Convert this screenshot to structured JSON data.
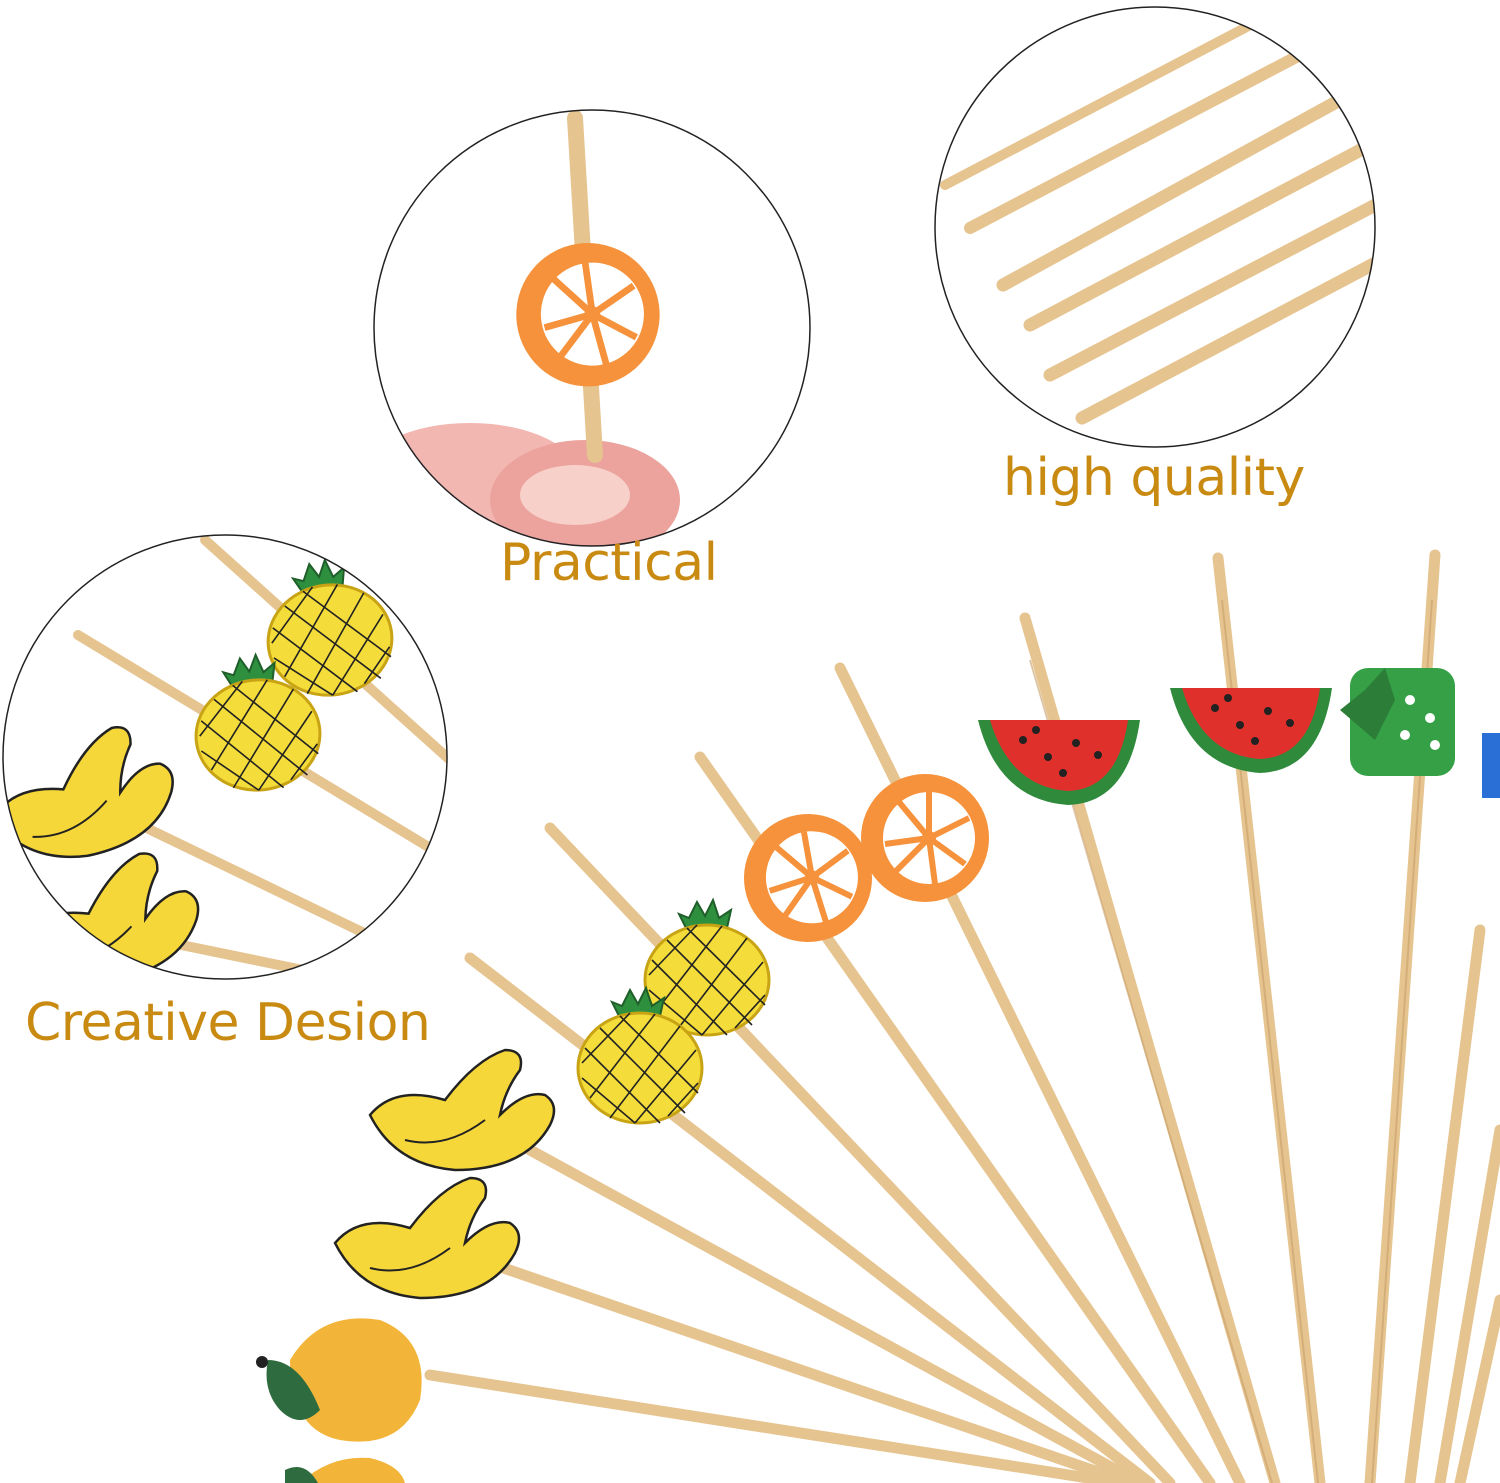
{
  "captions": {
    "practical": "Practical",
    "high_quality": "high quality",
    "creative_design": "Creative Desion"
  },
  "colors": {
    "caption_text": "#c98a12",
    "bamboo": "#e6c48f",
    "bamboo_dark": "#c9a06a",
    "circle_border": "#222222",
    "orange_slice": "#f5923b",
    "watermelon_red": "#e0302c",
    "watermelon_rind": "#2f8a3c",
    "pineapple_yellow": "#f4dc3a",
    "pineapple_leaf": "#2e8f3e",
    "banana_yellow": "#f6d73a",
    "mango": "#f2b53a",
    "strawberry_green": "#35a046",
    "accent_blue": "#2a6fd6",
    "skin": "#f2b7b1"
  },
  "decorations": [
    "orange-slice-pick",
    "watermelon-pick",
    "pineapple-pick",
    "banana-pick",
    "mango-pick",
    "green-strawberry-pick",
    "blue-pick"
  ]
}
